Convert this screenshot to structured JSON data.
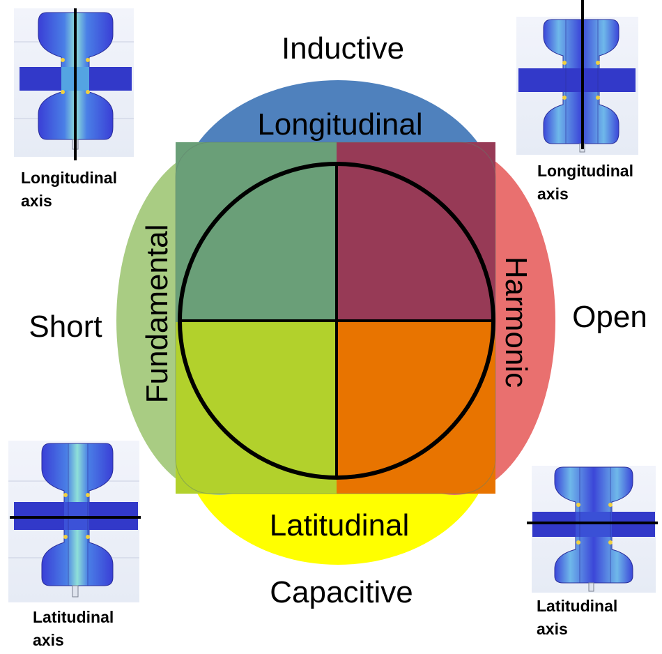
{
  "labels": {
    "top": "Inductive",
    "bottom": "Capacitive",
    "left": "Short",
    "right": "Open",
    "longitudinal": "Longitudinal",
    "latitudinal": "Latitudinal",
    "fundamental": "Fundamental",
    "harmonic": "Harmonic"
  },
  "thumbnails": {
    "top_left": {
      "caption_line1": "Longitudinal",
      "caption_line2": "axis"
    },
    "top_right": {
      "caption_line1": "Longitudinal",
      "caption_line2": "axis"
    },
    "bottom_left": {
      "caption_line1": "Latitudinal",
      "caption_line2": "axis"
    },
    "bottom_right": {
      "caption_line1": "Latitudinal",
      "caption_line2": "axis"
    }
  },
  "colors": {
    "longitudinal": "#4f81bd",
    "latitudinal": "#ffff00",
    "fundamental": "#a9cc83",
    "harmonic": "#e9706f",
    "q_top_left": "#6a9f78",
    "q_top_right": "#973a56",
    "q_bottom_left": "#b2d12c",
    "q_bottom_right": "#e87400"
  }
}
